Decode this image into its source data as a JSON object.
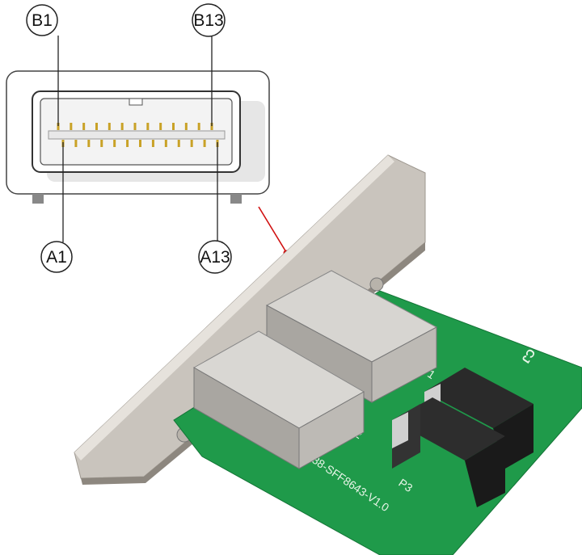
{
  "diagram": {
    "pin_labels": {
      "top_left": "B1",
      "top_right": "B13",
      "bottom_left": "A1",
      "bottom_right": "A13"
    },
    "pins_per_row": 13,
    "pointer_color": "#d01010"
  },
  "product": {
    "port_labels": [
      "P1",
      "P2",
      "P3"
    ],
    "board_marking": "SFF8088-SFF8643-V1.0",
    "logo_text": "CJ",
    "pcb_color": "#1f9a4a",
    "bracket_color": "#c9c4bd"
  }
}
